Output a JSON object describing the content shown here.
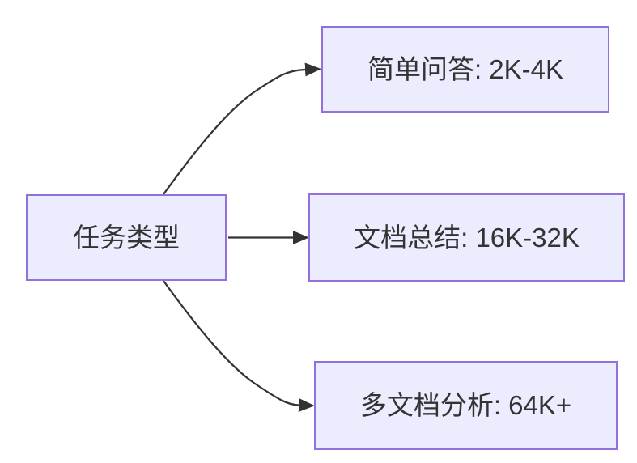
{
  "diagram": {
    "type": "flowchart",
    "direction": "left-to-right",
    "background_color": "#FFFFFF",
    "node_fill_color": "#ECECFF",
    "node_border_color": "#9370DB",
    "edge_color": "#333333",
    "text_color": "#333333",
    "root": {
      "id": "task-type",
      "label": "任务类型"
    },
    "branches": [
      {
        "id": "simple-qa",
        "label": "简单问答: 2K-4K"
      },
      {
        "id": "doc-summary",
        "label": "文档总结: 16K-32K"
      },
      {
        "id": "multi-doc-analysis",
        "label": "多文档分析: 64K+"
      }
    ],
    "edges": [
      {
        "from": "task-type",
        "to": "simple-qa"
      },
      {
        "from": "task-type",
        "to": "doc-summary"
      },
      {
        "from": "task-type",
        "to": "multi-doc-analysis"
      }
    ]
  }
}
